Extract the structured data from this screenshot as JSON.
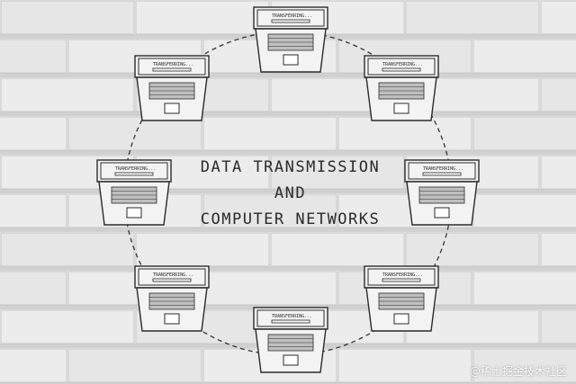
{
  "headline": {
    "line1": "DATA TRANSMISSION",
    "line2": "AND",
    "line3": "COMPUTER NETWORKS"
  },
  "laptop_screen_label": "TRANSFERRING...",
  "laptop_count": 8,
  "watermark": "@稀土掘金技术社区",
  "colors": {
    "wall": "#e9e9e9",
    "brick_mortar": "#c9c9c9",
    "ink": "#2b2b2b"
  }
}
